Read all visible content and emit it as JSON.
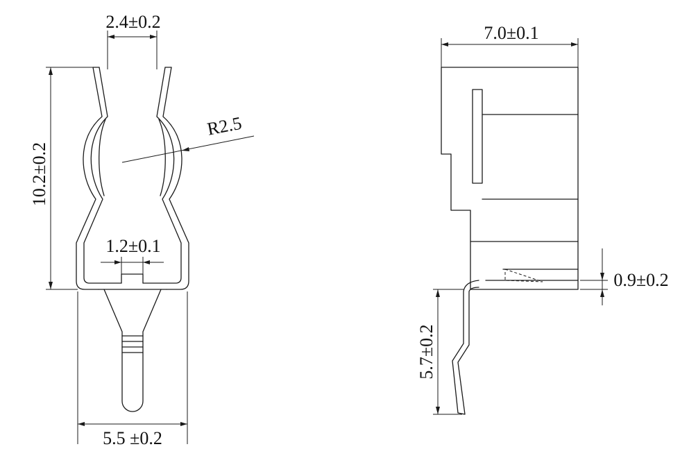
{
  "dimensions": {
    "top_width": "2.4±0.2",
    "total_height": "10.2±0.2",
    "radius": "R2.5",
    "slot_width": "1.2±0.1",
    "base_width": "5.5 ±0.2",
    "side_width": "7.0±0.1",
    "plate_thickness": "0.9±0.2",
    "pin_length": "5.7±0.2"
  }
}
